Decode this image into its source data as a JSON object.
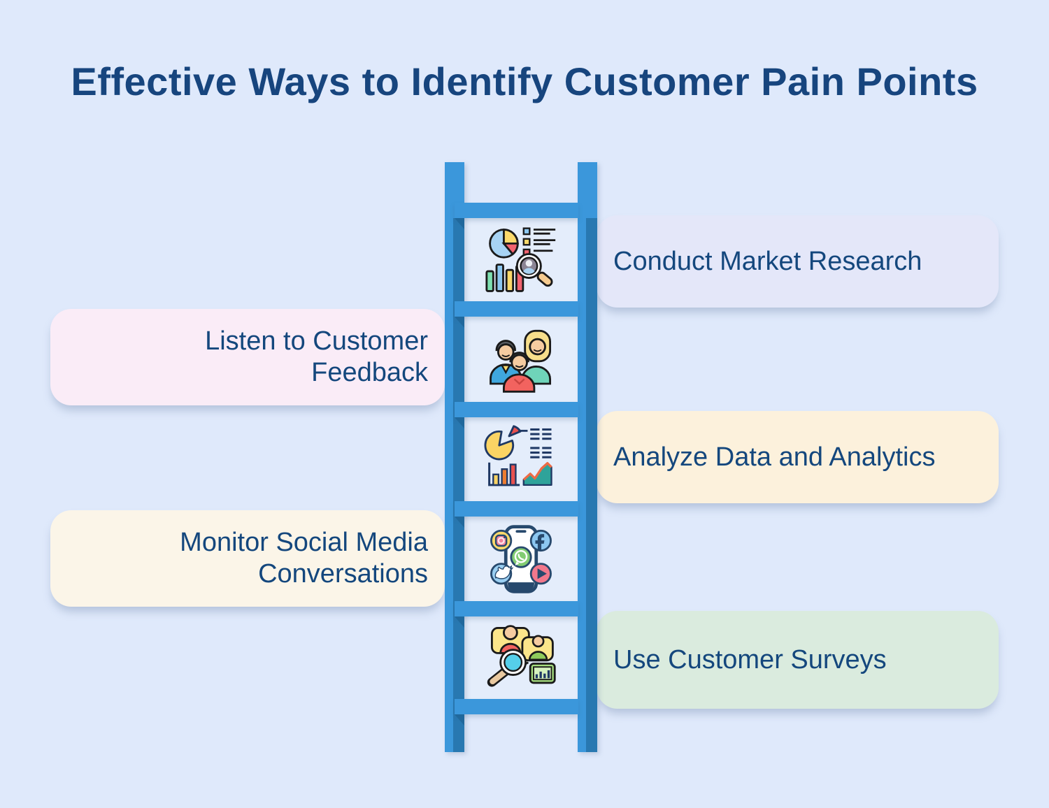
{
  "title": "Effective Ways to Identify Customer Pain Points",
  "colors": {
    "background": "#DFE9FB",
    "title_text": "#17457E",
    "card_text": "#14477D",
    "ladder_blue": "#3B97DB",
    "ladder_dark": "#2878B1",
    "ladder_shadow": "#20689C",
    "panel": "#E4EDFB"
  },
  "items": [
    {
      "label": "Conduct Market Research",
      "side": "right",
      "card_color": "#E4E7F9",
      "icon": "market-research-icon"
    },
    {
      "label": "Listen to Customer Feedback",
      "side": "left",
      "card_color": "#FAECF7",
      "icon": "customer-feedback-icon"
    },
    {
      "label": "Analyze Data and Analytics",
      "side": "right",
      "card_color": "#FCF1DC",
      "icon": "data-analytics-icon"
    },
    {
      "label": "Monitor Social Media Conversations",
      "side": "left",
      "card_color": "#FBF5E8",
      "icon": "social-media-icon"
    },
    {
      "label": "Use Customer Surveys",
      "side": "right",
      "card_color": "#DAEBDE",
      "icon": "customer-surveys-icon"
    }
  ]
}
